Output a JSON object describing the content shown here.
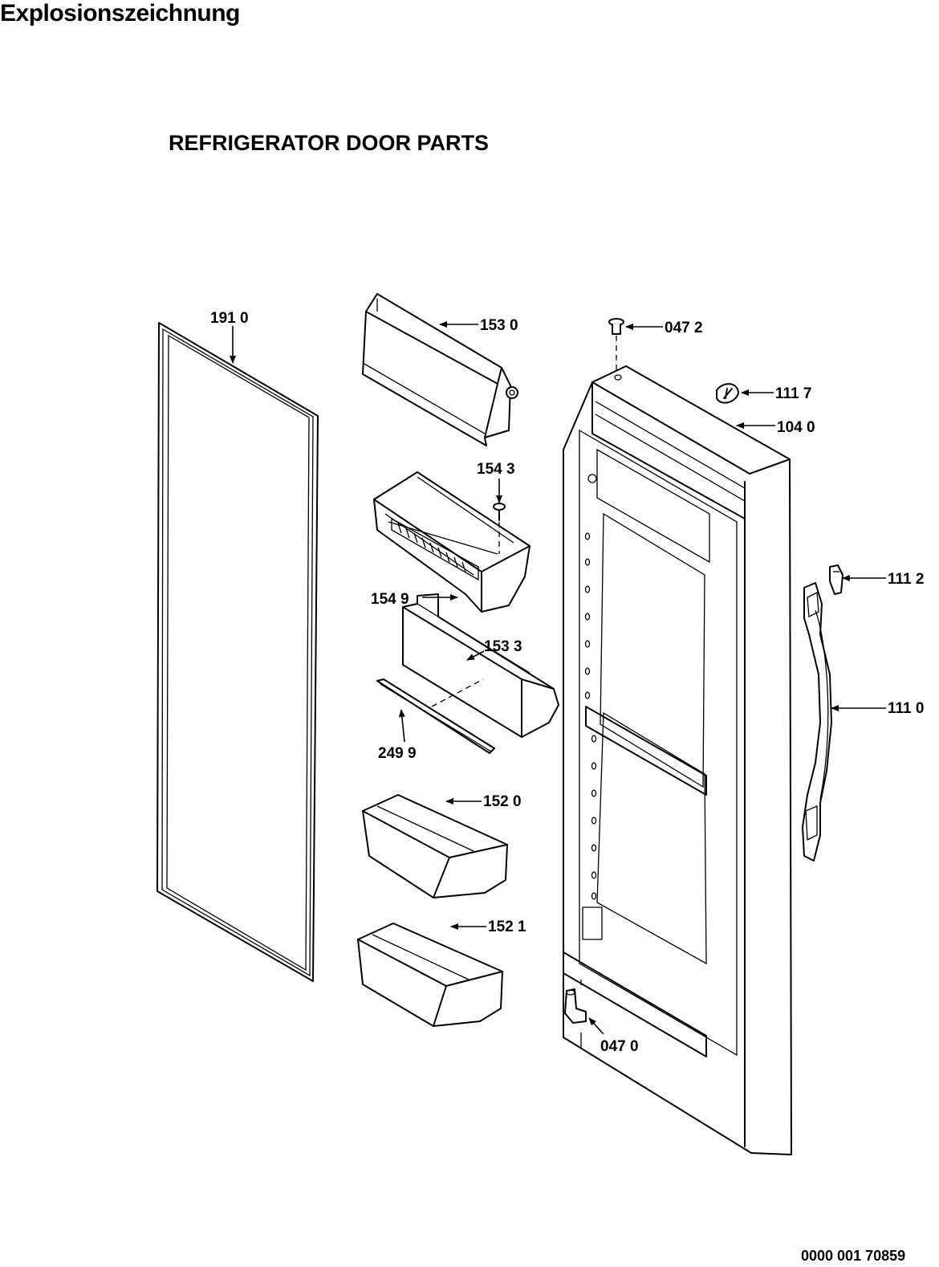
{
  "page_heading": "Explosionszeichnung",
  "diagram_title": "REFRIGERATOR DOOR PARTS",
  "document_number": "0000 001 70859",
  "part_labels": {
    "p1910": "191 0",
    "p1530": "153 0",
    "p0472": "047 2",
    "p1117": "111 7",
    "p1040": "104 0",
    "p1543": "154 3",
    "p1549": "154 9",
    "p1112": "111 2",
    "p1533": "153 3",
    "p1110": "111 0",
    "p2499": "249 9",
    "p1520": "152 0",
    "p1521": "152 1",
    "p0470": "047 0"
  }
}
